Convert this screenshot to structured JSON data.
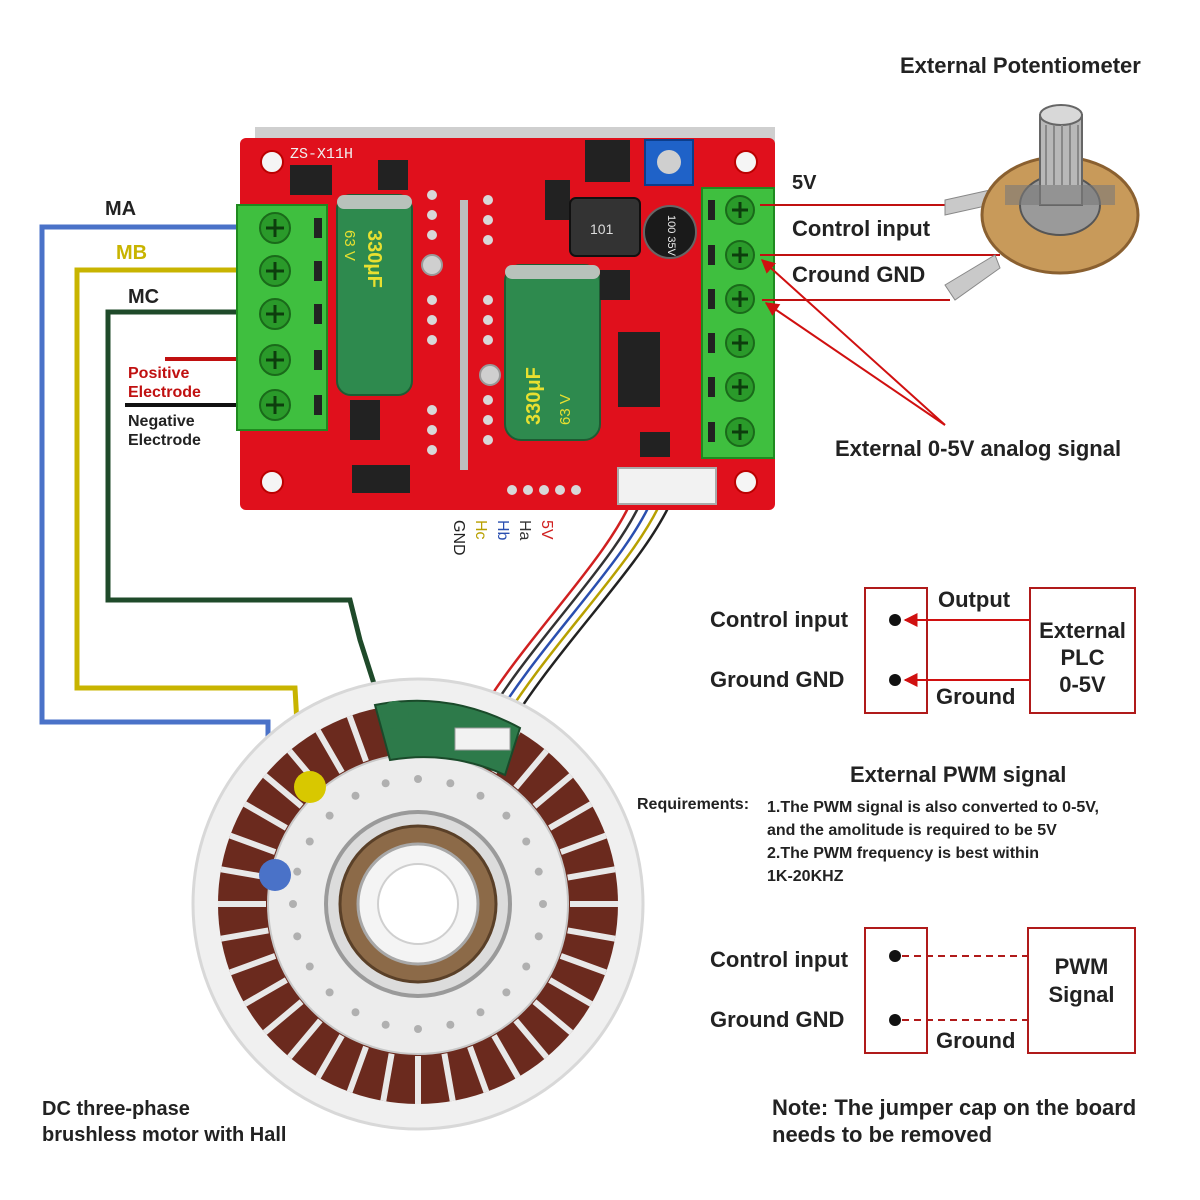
{
  "potentiometer": {
    "title": "External Potentiometer"
  },
  "terminal_labels": {
    "v5": "5V",
    "control_input": "Control input",
    "ground": "Cround GND",
    "analog_signal": "External 0-5V analog signal"
  },
  "motor_terminals": {
    "ma": "MA",
    "mb": "MB",
    "mc": "MC"
  },
  "power_labels": {
    "positive_line1": "Positive",
    "positive_line2": "Electrode",
    "negative_line1": "Negative",
    "negative_line2": "Electrode"
  },
  "board": {
    "model": "ZS-X11H",
    "cap_label": "330μF",
    "cap_rating": "63 V",
    "small_cap": "100 35V",
    "inductor": "101",
    "hall_pins": [
      "5V",
      "Ha",
      "Hb",
      "Hc",
      "GND"
    ],
    "hall_pin_colors": [
      "#d02020",
      "#333333",
      "#2a4fb0",
      "#b8a000",
      "#222222"
    ]
  },
  "plc_diagram": {
    "control_input": "Control input",
    "ground_gnd": "Ground GND",
    "output": "Output",
    "ground": "Ground",
    "box_line1": "External",
    "box_line2": "PLC",
    "box_line3": "0-5V"
  },
  "pwm_section": {
    "title": "External PWM signal",
    "req_prefix": "Requirements:",
    "req_line1": "1.The PWM signal is also converted to 0-5V,",
    "req_line2": "and the amolitude is required to be 5V",
    "req_line3": "2.The PWM frequency is best within",
    "req_line4": "1K-20KHZ"
  },
  "pwm_diagram": {
    "control_input": "Control input",
    "ground_gnd": "Ground GND",
    "ground": "Ground",
    "box_line1": "PWM",
    "box_line2": "Signal"
  },
  "motor": {
    "caption_line1": "DC three-phase",
    "caption_line2": "brushless motor with Hall"
  },
  "note": {
    "line1": "Note: The jumper cap on the board",
    "line2": "needs to be removed"
  },
  "colors": {
    "board_red": "#e0101c",
    "terminal_green": "#3fbf3f",
    "wire_ma": "#4a72c8",
    "wire_mb": "#c8b400",
    "wire_mc": "#1f4a2a",
    "arrow_red": "#d01010",
    "cap_green": "#2e8a4e",
    "coil_brown": "#6b2a1e"
  }
}
